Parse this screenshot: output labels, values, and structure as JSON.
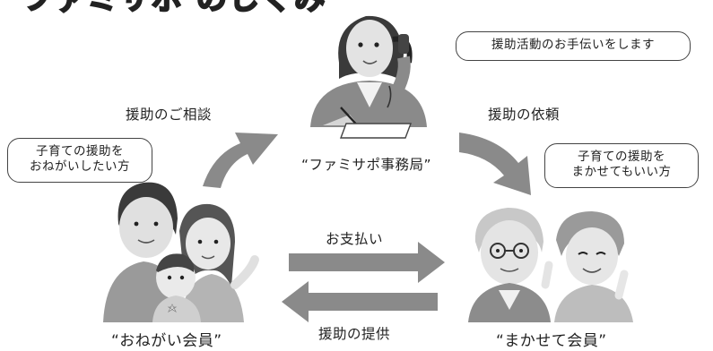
{
  "diagram": {
    "title": "ファミサポ のしくみ",
    "nodes": {
      "office": {
        "label": "“ファミサポ事務局”",
        "bubble": "援助活動のお手伝いをします"
      },
      "requester": {
        "label": "“おねがい会員”",
        "bubble_lines": [
          "子育ての援助を",
          "おねがいしたい方"
        ]
      },
      "provider": {
        "label": "“まかせて会員”",
        "bubble_lines": [
          "子育ての援助を",
          "まかせてもいい方"
        ]
      }
    },
    "flows": {
      "consult": "援助のご相談",
      "request": "援助の依頼",
      "payment": "お支払い",
      "support": "援助の提供"
    }
  }
}
